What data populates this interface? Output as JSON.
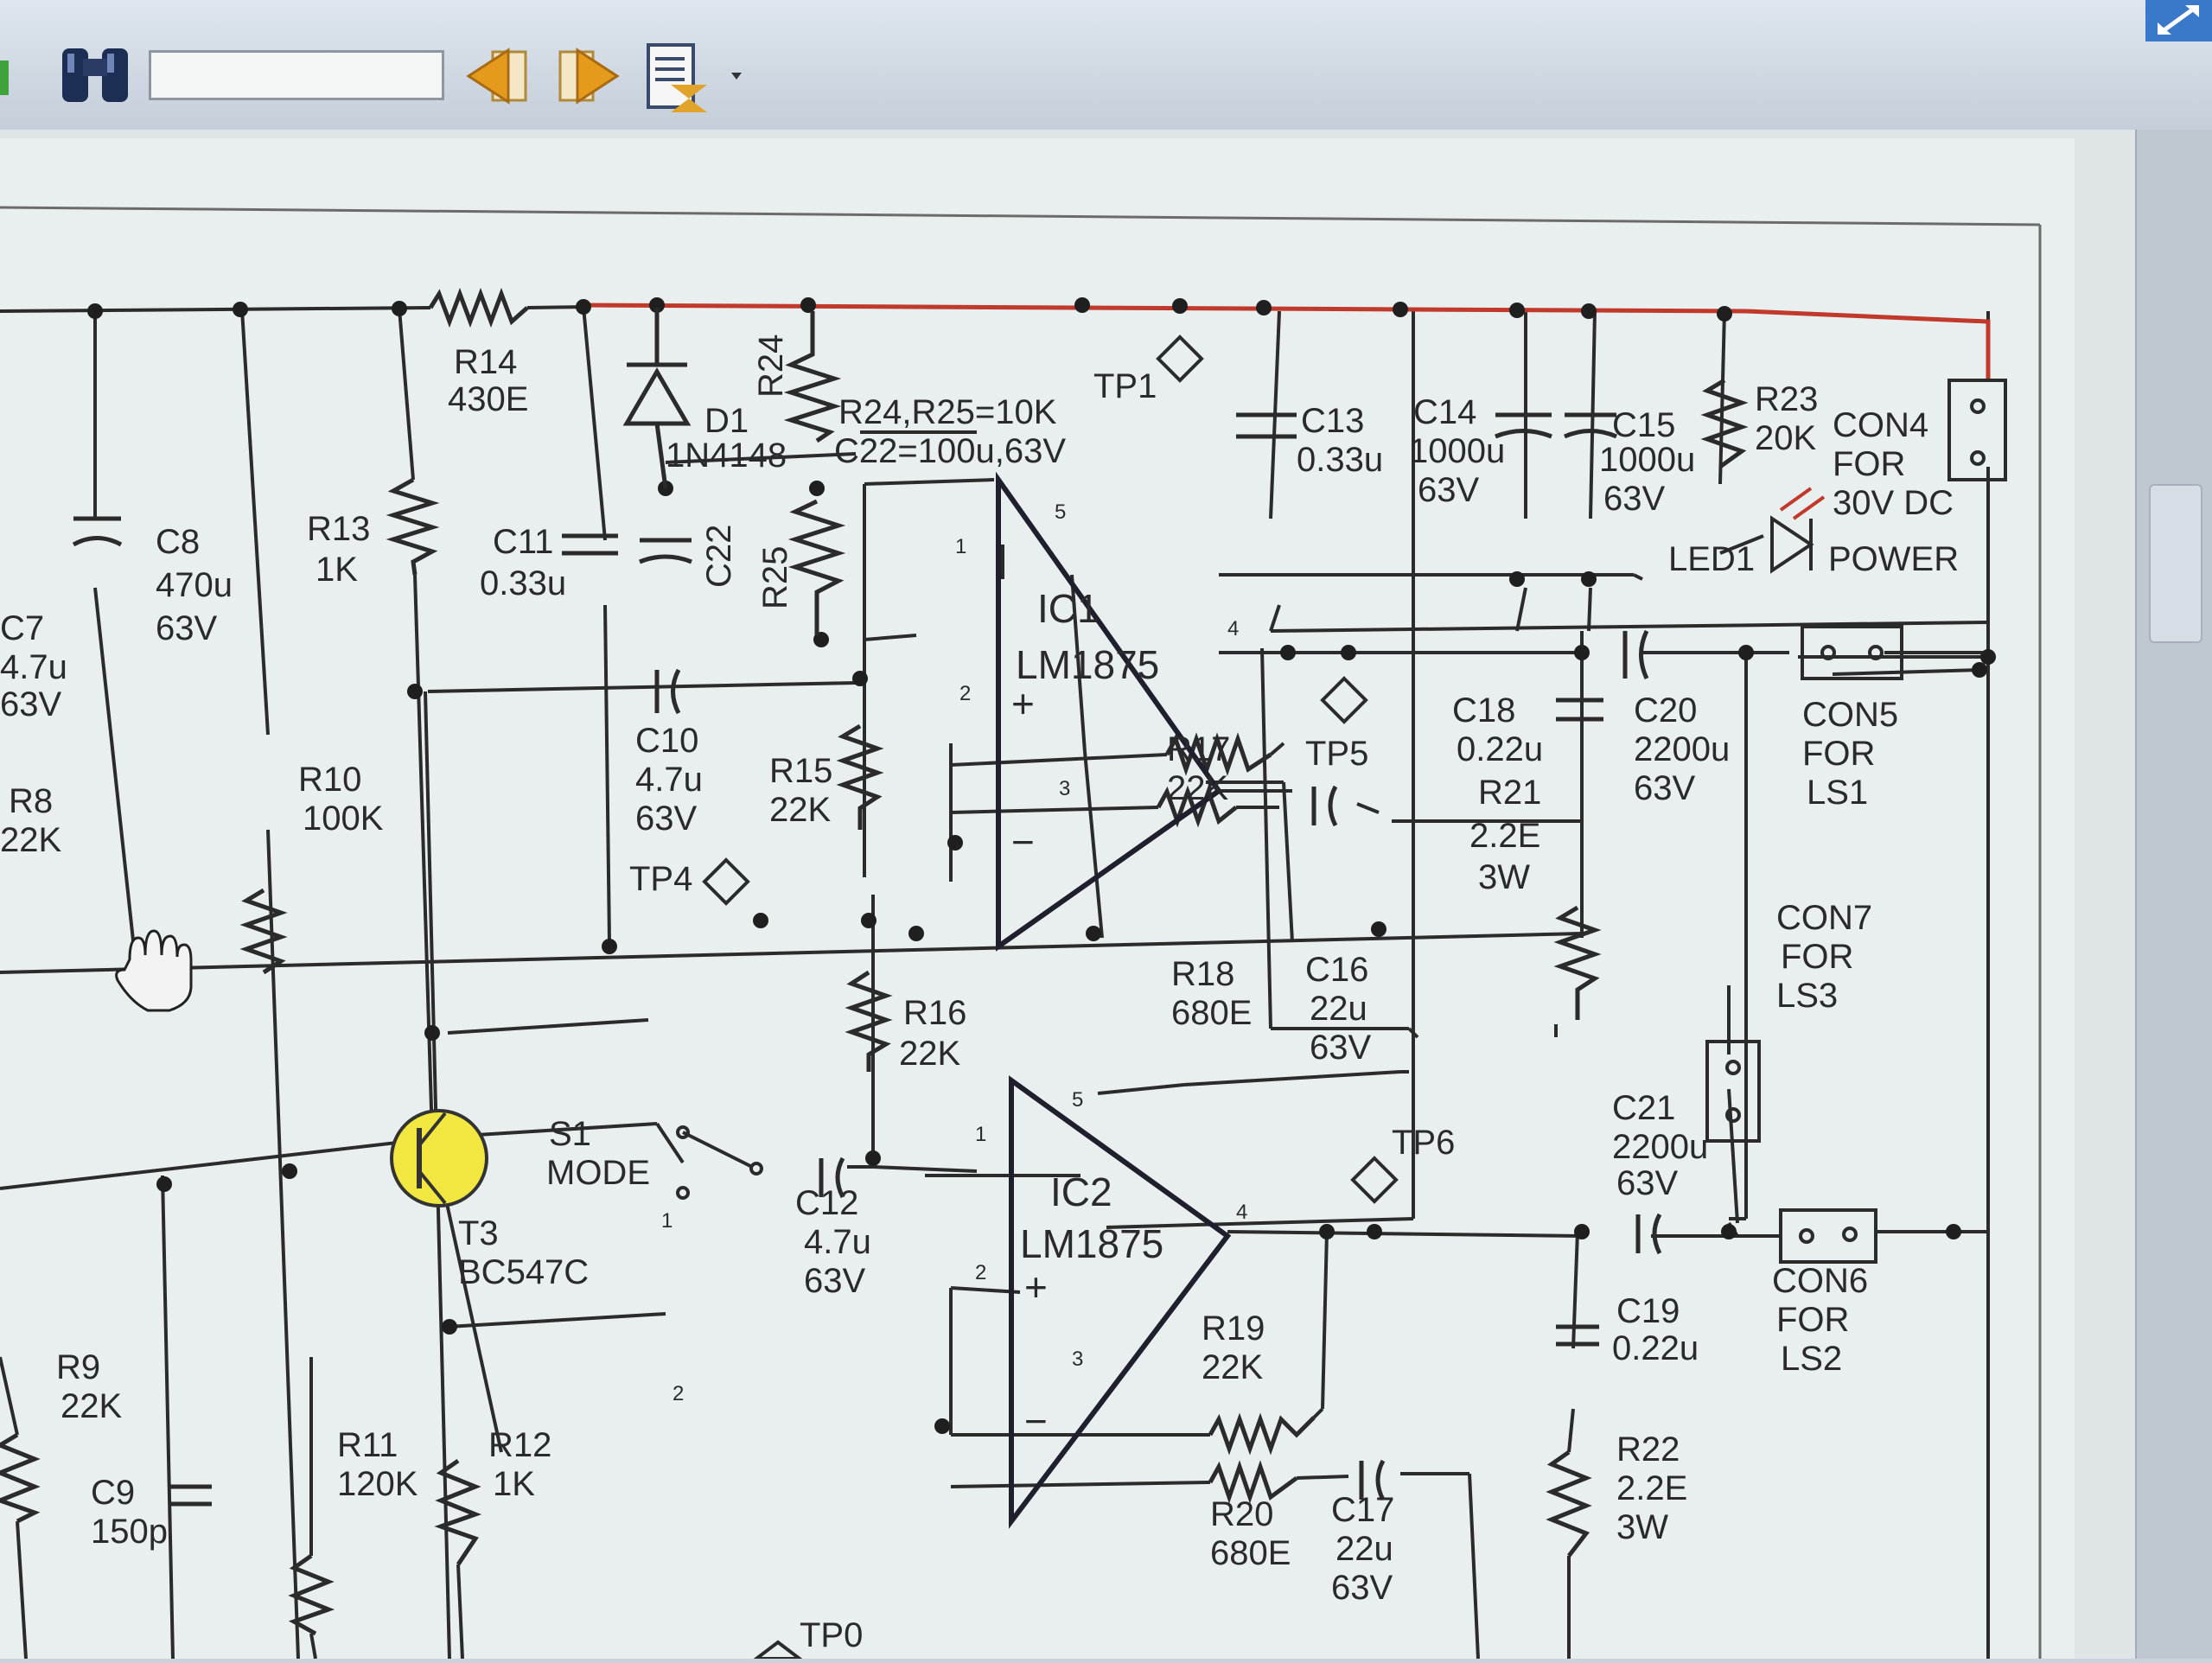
{
  "toolbar": {
    "search_value": "",
    "icons": [
      "binoculars-icon",
      "previous-page-icon",
      "next-page-icon",
      "document-view-menu-icon"
    ]
  },
  "colors": {
    "supply_rail": "#c0392b",
    "transistor_highlight": "#f2e640",
    "wire": "#2b2b2b",
    "page": "#e9eeee"
  },
  "schematic": {
    "labels": {
      "r14": "R14",
      "r14_val": "430E",
      "d1": "D1",
      "d1_val": "1N4148",
      "r24": "R24",
      "r24_note": "R24,R25=10K",
      "c22_note": "C22=100u,63V",
      "tp1": "TP1",
      "c13": "C13",
      "c13_val": "0.33u",
      "c14": "C14",
      "c14_val": "1000u",
      "c14_v": "63V",
      "c15": "C15",
      "c15_val": "1000u",
      "c15_v": "63V",
      "r23": "R23",
      "r23_val": "20K",
      "con4": "CON4",
      "con4_for": "FOR",
      "con4_desc": "30V DC",
      "power": "POWER",
      "led1": "LED1",
      "c7": "C7",
      "c7_val": "4.7u",
      "c7_v": "63V",
      "c8": "C8",
      "c8_val": "470u",
      "c8_v": "63V",
      "r13": "R13",
      "r13_val": "1K",
      "c11": "C11",
      "c11_val": "0.33u",
      "c22": "C22",
      "r25": "R25",
      "ic1": "IC1",
      "ic1_part": "LM1875",
      "c10": "C10",
      "c10_val": "4.7u",
      "c10_v": "63V",
      "r15": "R15",
      "r15_val": "22K",
      "tp4": "TP4",
      "tp5": "TP5",
      "r17": "R17",
      "r17_val": "22K",
      "c18": "C18",
      "c18_val": "0.22u",
      "c20": "C20",
      "c20_val": "2200u",
      "c20_v": "63V",
      "con5": "CON5",
      "con5_for": "FOR",
      "con5_desc": "LS1",
      "r21": "R21",
      "r21_val": "2.2E",
      "r21_w": "3W",
      "r8": "R8",
      "r8_val": "22K",
      "r10": "R10",
      "r10_val": "100K",
      "r18": "R18",
      "r18_val": "680E",
      "c16": "C16",
      "c16_val": "22u",
      "c16_v": "63V",
      "con7": "CON7",
      "con7_for": "FOR",
      "con7_desc": "LS3",
      "r16": "R16",
      "r16_val": "22K",
      "s1": "S1",
      "s1_mode": "MODE",
      "t3": "T3",
      "t3_part": "BC547C",
      "c12": "C12",
      "c12_val": "4.7u",
      "c12_v": "63V",
      "ic2": "IC2",
      "ic2_part": "LM1875",
      "tp6": "TP6",
      "c21": "C21",
      "c21_val": "2200u",
      "c21_v": "63V",
      "con6": "CON6",
      "con6_for": "FOR",
      "con6_desc": "LS2",
      "c19": "C19",
      "c19_val": "0.22u",
      "r9": "R9",
      "r9_val": "22K",
      "c9": "C9",
      "c9_val": "150p",
      "r11": "R11",
      "r11_val": "120K",
      "r12": "R12",
      "r12_val": "1K",
      "r19": "R19",
      "r19_val": "22K",
      "r20": "R20",
      "r20_val": "680E",
      "c17": "C17",
      "c17_val": "22u",
      "c17_v": "63V",
      "r22": "R22",
      "r22_val": "2.2E",
      "r22_w": "3W",
      "tp0": "TP0",
      "pin1": "1",
      "pin2": "2",
      "pin3": "3",
      "pin4": "4",
      "pin5": "5",
      "plus": "+",
      "minus": "−"
    }
  }
}
